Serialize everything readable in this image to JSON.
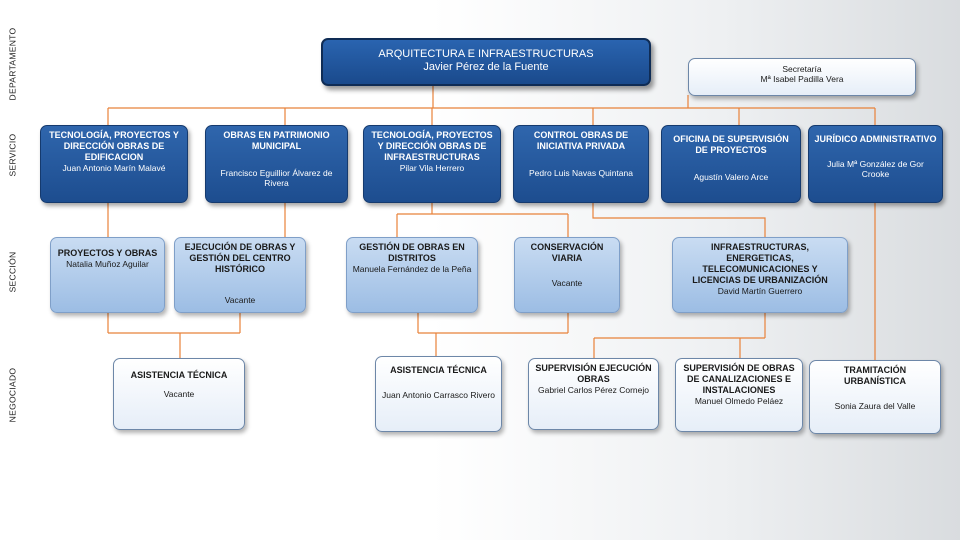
{
  "levels": [
    {
      "label": "DEPARTAMENTO"
    },
    {
      "label": "SERVICIO"
    },
    {
      "label": "SECCIÓN"
    },
    {
      "label": "NEGOCIADO"
    }
  ],
  "top": {
    "title": "ARQUITECTURA E INFRAESTRUCTURAS",
    "person": "Javier Pérez de la Fuente"
  },
  "secretaria": {
    "title": "Secretaría",
    "person": "Mª Isabel Padilla Vera"
  },
  "services": [
    {
      "title": "TECNOLOGÍA, PROYECTOS Y DIRECCIÓN OBRAS DE EDIFICACION",
      "person": "Juan Antonio Marín Malavé"
    },
    {
      "title": "OBRAS EN PATRIMONIO MUNICIPAL",
      "person": "Francisco Eguillior Álvarez de Rivera"
    },
    {
      "title": "TECNOLOGÍA, PROYECTOS Y DIRECCIÓN OBRAS DE INFRAESTRUCTURAS",
      "person": "Pilar Vila Herrero"
    },
    {
      "title": "CONTROL OBRAS DE INICIATIVA PRIVADA",
      "person": "Pedro Luis Navas Quintana"
    },
    {
      "title": "OFICINA DE SUPERVISIÓN DE PROYECTOS",
      "person": "Agustín Valero Arce"
    },
    {
      "title": "JURÍDICO ADMINISTRATIVO",
      "person": "Julia Mª González de Gor Crooke"
    }
  ],
  "sections": [
    {
      "title": "PROYECTOS Y OBRAS",
      "person": "Natalia Muñoz Aguilar"
    },
    {
      "title": "EJECUCIÓN DE OBRAS Y GESTIÓN DEL CENTRO HISTÓRICO",
      "person": "Vacante"
    },
    {
      "title": "GESTIÓN DE OBRAS EN DISTRITOS",
      "person": "Manuela Fernández de la Peña"
    },
    {
      "title": "CONSERVACIÓN VIARIA",
      "person": "Vacante"
    },
    {
      "title": "INFRAESTRUCTURAS, ENERGETICAS, TELECOMUNICACIONES Y LICENCIAS DE URBANIZACIÓN",
      "person": "David Martín Guerrero"
    }
  ],
  "negociados": [
    {
      "title": "ASISTENCIA TÉCNICA",
      "person": "Vacante"
    },
    {
      "title": "ASISTENCIA TÉCNICA",
      "person": "Juan Antonio Carrasco Rivero"
    },
    {
      "title": "SUPERVISIÓN EJECUCIÓN OBRAS",
      "person": "Gabriel Carlos Pérez Cornejo"
    },
    {
      "title": "SUPERVISIÓN DE OBRAS DE CANALIZACIONES E INSTALACIONES",
      "person": "Manuel Olmedo Peláez"
    },
    {
      "title": "TRAMITACIÓN URBANÍSTICA",
      "person": "Sonia Zaura del Valle"
    }
  ],
  "colors": {
    "connector": "#e8823a",
    "dark_box": "#1d4d8f",
    "mid_box": "#a9c6e8",
    "light_box": "#ffffff"
  }
}
